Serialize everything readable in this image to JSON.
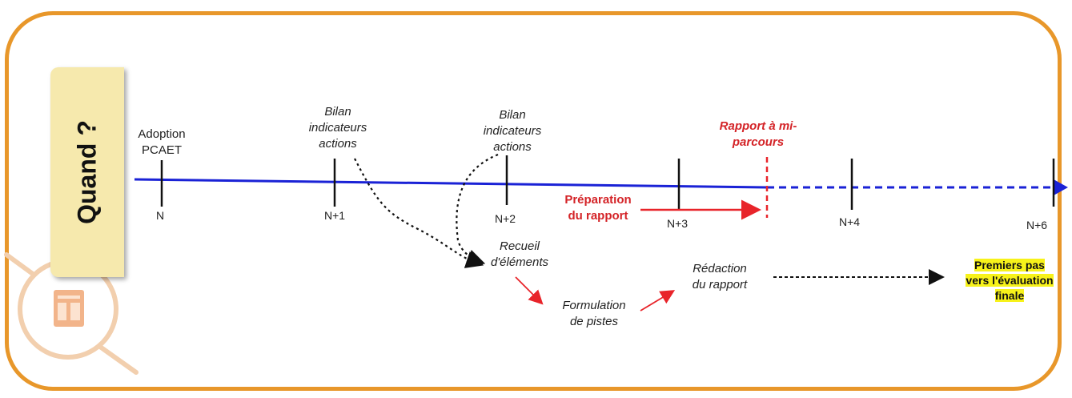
{
  "side_tab": {
    "label": "Quand ?"
  },
  "milestones": {
    "adoption": "Adoption\nPCAET",
    "bilan_1": "Bilan\nindicateurs\nactions",
    "bilan_2": "Bilan\nindicateurs\nactions",
    "rapport_mi_parcours": "Rapport à mi-\nparcours"
  },
  "ticks": [
    "N",
    "N+1",
    "N+2",
    "N+3",
    "N+4",
    "N+6"
  ],
  "steps": {
    "preparation": "Préparation\ndu rapport",
    "recueil": "Recueil\nd'éléments",
    "formulation": "Formulation\nde pistes",
    "redaction": "Rédaction\ndu rapport",
    "premiers_pas": "Premiers pas\nvers l'évaluation\nfinale"
  },
  "colors": {
    "frame": "#e8972a",
    "timeline": "#1a22d6",
    "red": "#d42327",
    "highlight": "#f7f21a",
    "tab": "#f6e9ad"
  }
}
